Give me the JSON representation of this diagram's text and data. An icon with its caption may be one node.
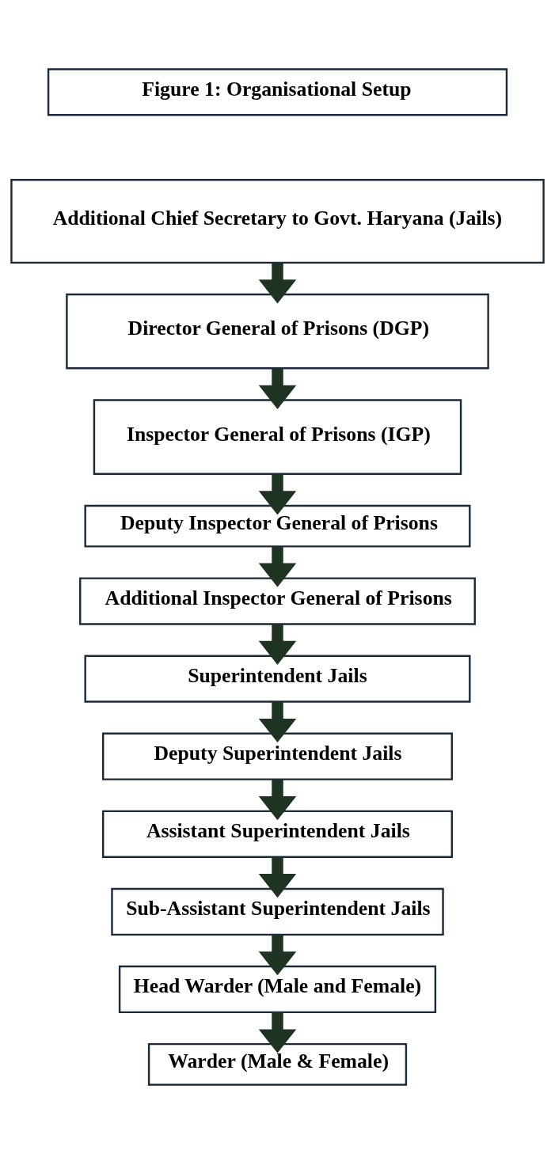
{
  "diagram": {
    "nodes": [
      {
        "text": [
          "Figure 1: Organisational Setup"
        ]
      },
      {
        "text": [
          "Additional Chief Secretary to Govt. Haryana (Jails)"
        ]
      },
      {
        "text": [
          "Director General of Prisons (DGP)"
        ]
      },
      {
        "text": [
          "Inspector General of Prisons (IGP)"
        ]
      },
      {
        "text": [
          "Deputy Inspector General of Prisons"
        ]
      },
      {
        "text": [
          "Additional Inspector General of Prisons"
        ]
      },
      {
        "text": [
          "Superintendent Jails"
        ]
      },
      {
        "text": [
          "Deputy Superintendent Jails"
        ]
      },
      {
        "text": [
          "Assistant Superintendent Jails"
        ]
      },
      {
        "text": [
          "Sub-Assistant Superintendent Jails"
        ]
      },
      {
        "text": [
          "Head Warder (Male and Female)"
        ]
      },
      {
        "text": [
          "Warder (Male & Female)"
        ]
      }
    ],
    "edges": [
      {
        "from": 1,
        "to": 2,
        "arrow": "to"
      },
      {
        "from": 2,
        "to": 3,
        "arrow": "to"
      },
      {
        "from": 3,
        "to": 4,
        "arrow": "to"
      },
      {
        "from": 4,
        "to": 5,
        "arrow": "to"
      },
      {
        "from": 5,
        "to": 6,
        "arrow": "to"
      },
      {
        "from": 6,
        "to": 7,
        "arrow": "to"
      },
      {
        "from": 7,
        "to": 8,
        "arrow": "to"
      },
      {
        "from": 8,
        "to": 9,
        "arrow": "to"
      },
      {
        "from": 9,
        "to": 10,
        "arrow": "to"
      },
      {
        "from": 10,
        "to": 11,
        "arrow": "to"
      }
    ]
  }
}
